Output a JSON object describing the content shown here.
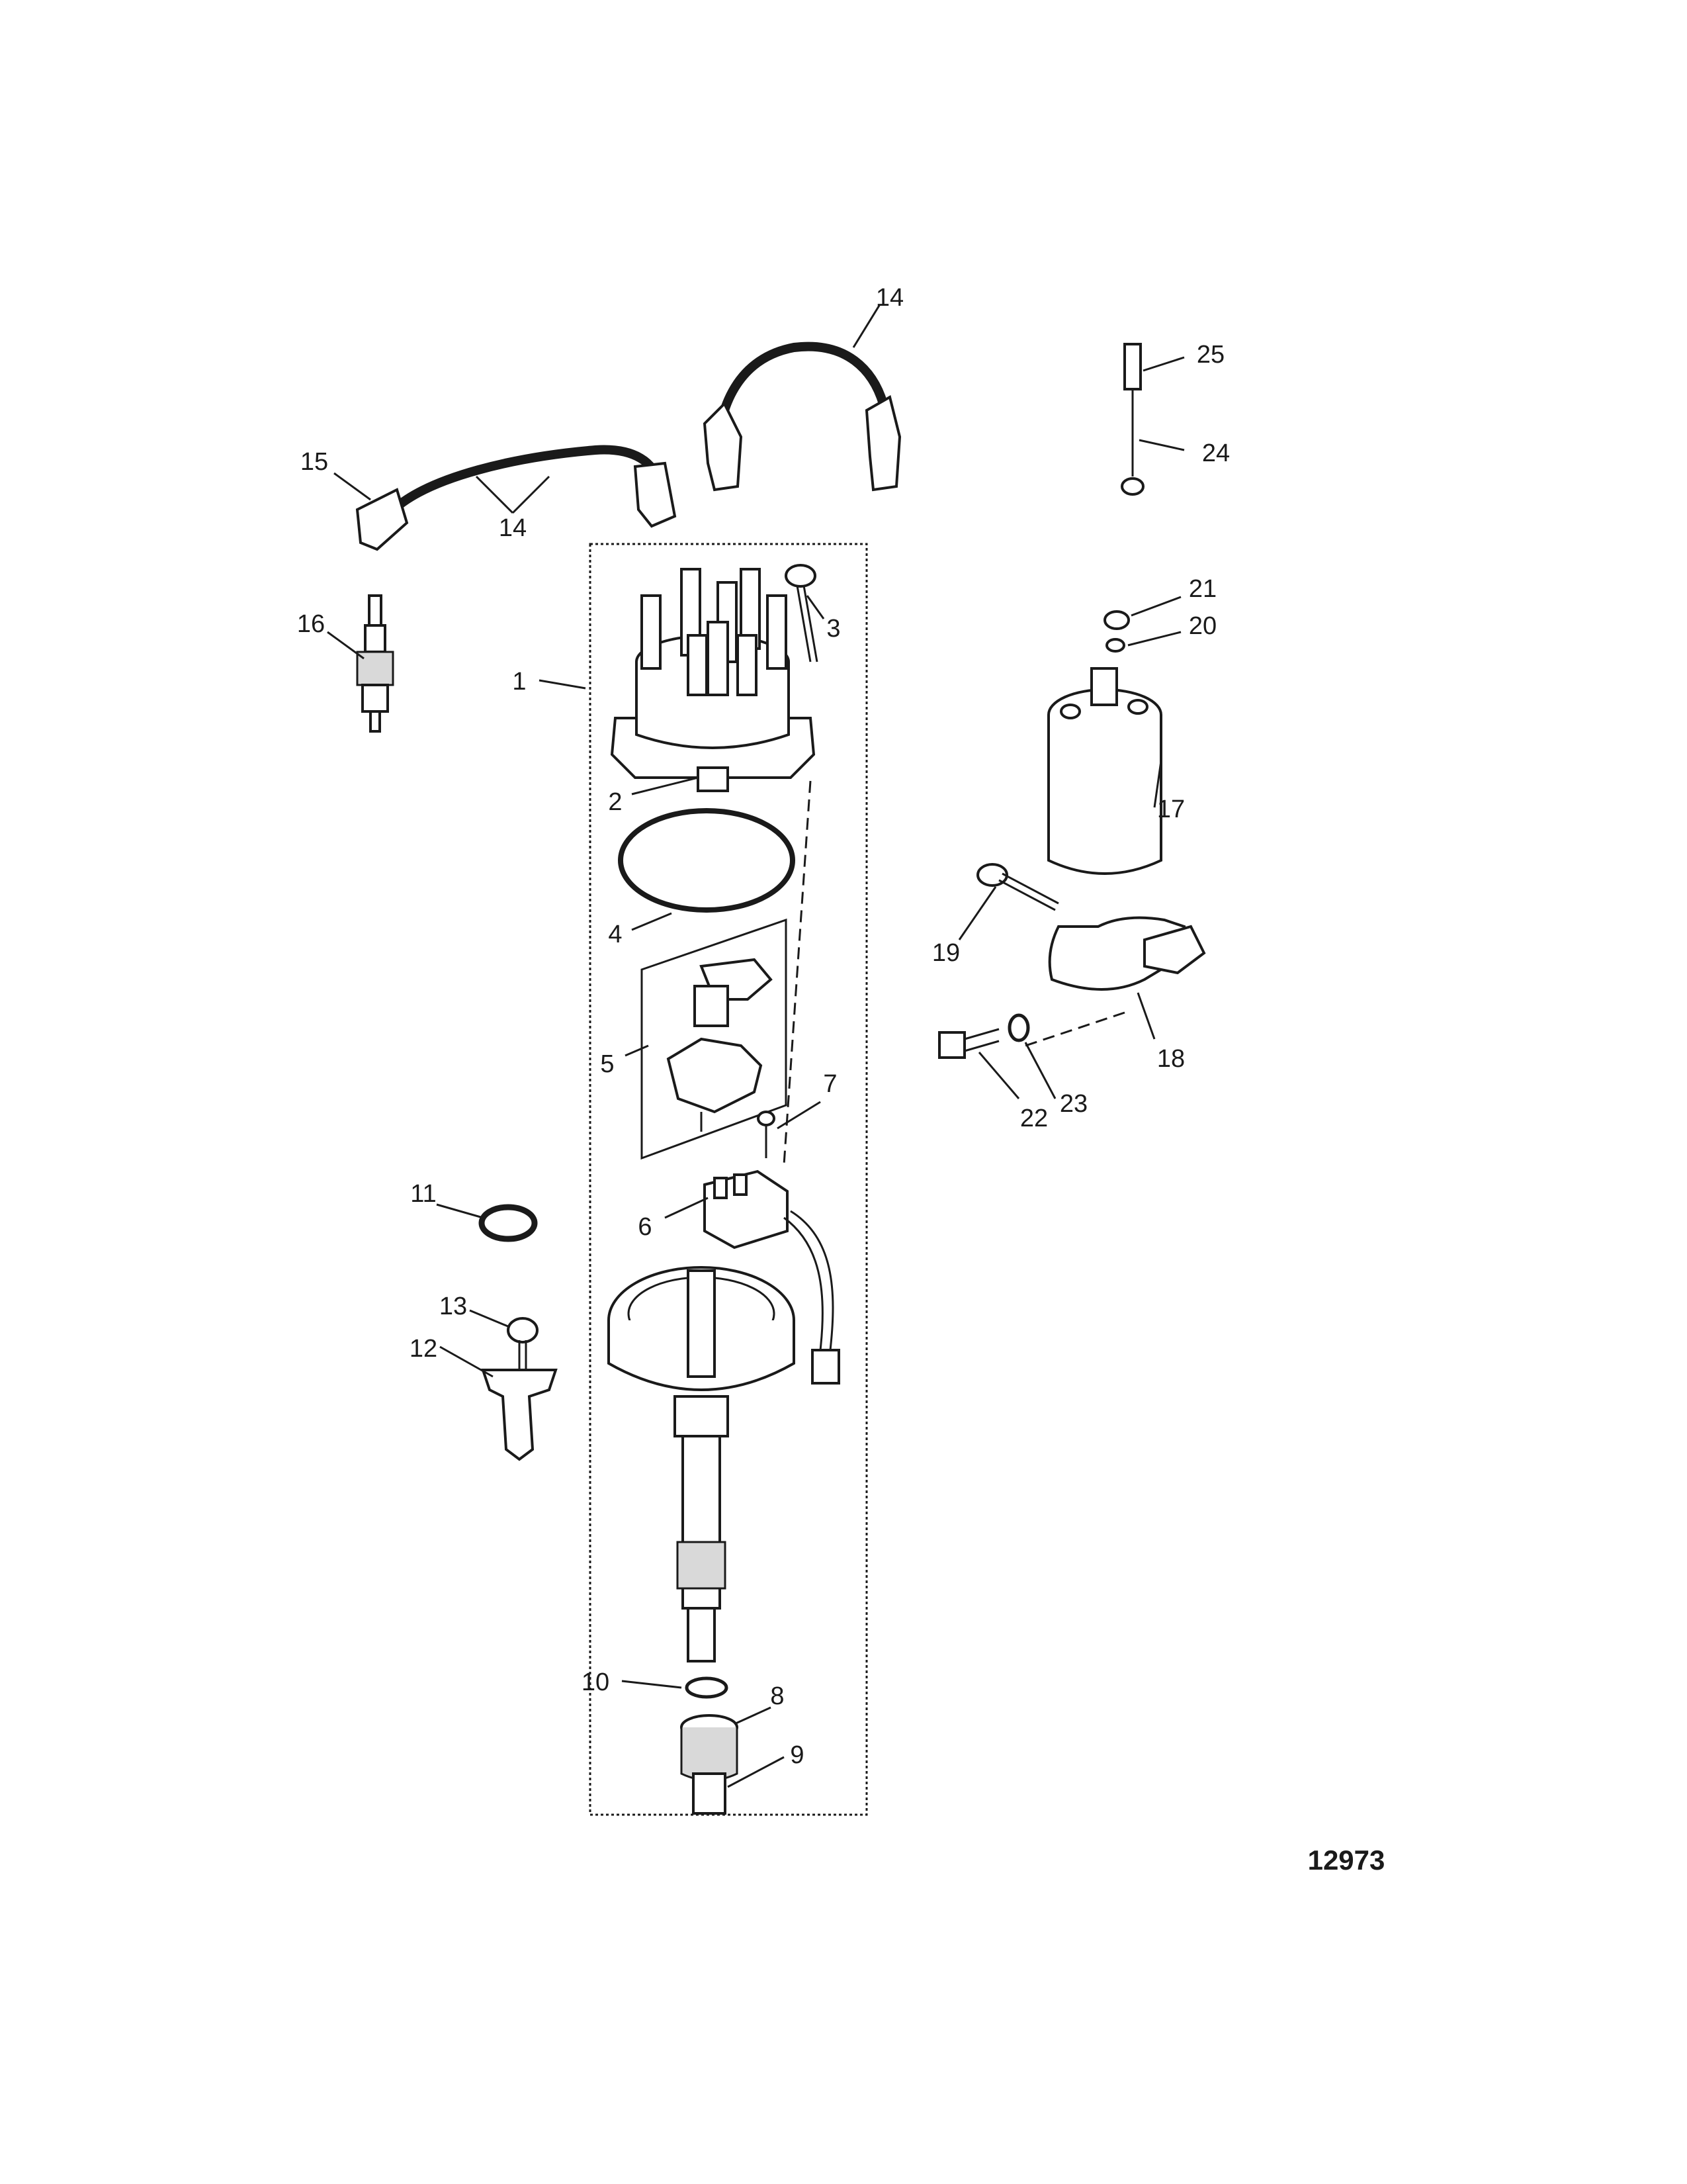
{
  "diagram": {
    "figure_number": "12973",
    "callouts": [
      {
        "id": "c1",
        "label": "1"
      },
      {
        "id": "c2",
        "label": "2"
      },
      {
        "id": "c3",
        "label": "3"
      },
      {
        "id": "c4",
        "label": "4"
      },
      {
        "id": "c5",
        "label": "5"
      },
      {
        "id": "c6",
        "label": "6"
      },
      {
        "id": "c7",
        "label": "7"
      },
      {
        "id": "c8",
        "label": "8"
      },
      {
        "id": "c9",
        "label": "9"
      },
      {
        "id": "c10",
        "label": "10"
      },
      {
        "id": "c11",
        "label": "11"
      },
      {
        "id": "c12",
        "label": "12"
      },
      {
        "id": "c13",
        "label": "13"
      },
      {
        "id": "c14a",
        "label": "14"
      },
      {
        "id": "c14b",
        "label": "14"
      },
      {
        "id": "c15",
        "label": "15"
      },
      {
        "id": "c16",
        "label": "16"
      },
      {
        "id": "c17",
        "label": "17"
      },
      {
        "id": "c18",
        "label": "18"
      },
      {
        "id": "c19",
        "label": "19"
      },
      {
        "id": "c20",
        "label": "20"
      },
      {
        "id": "c21",
        "label": "21"
      },
      {
        "id": "c22",
        "label": "22"
      },
      {
        "id": "c23",
        "label": "23"
      },
      {
        "id": "c24",
        "label": "24"
      },
      {
        "id": "c25",
        "label": "25"
      }
    ]
  }
}
